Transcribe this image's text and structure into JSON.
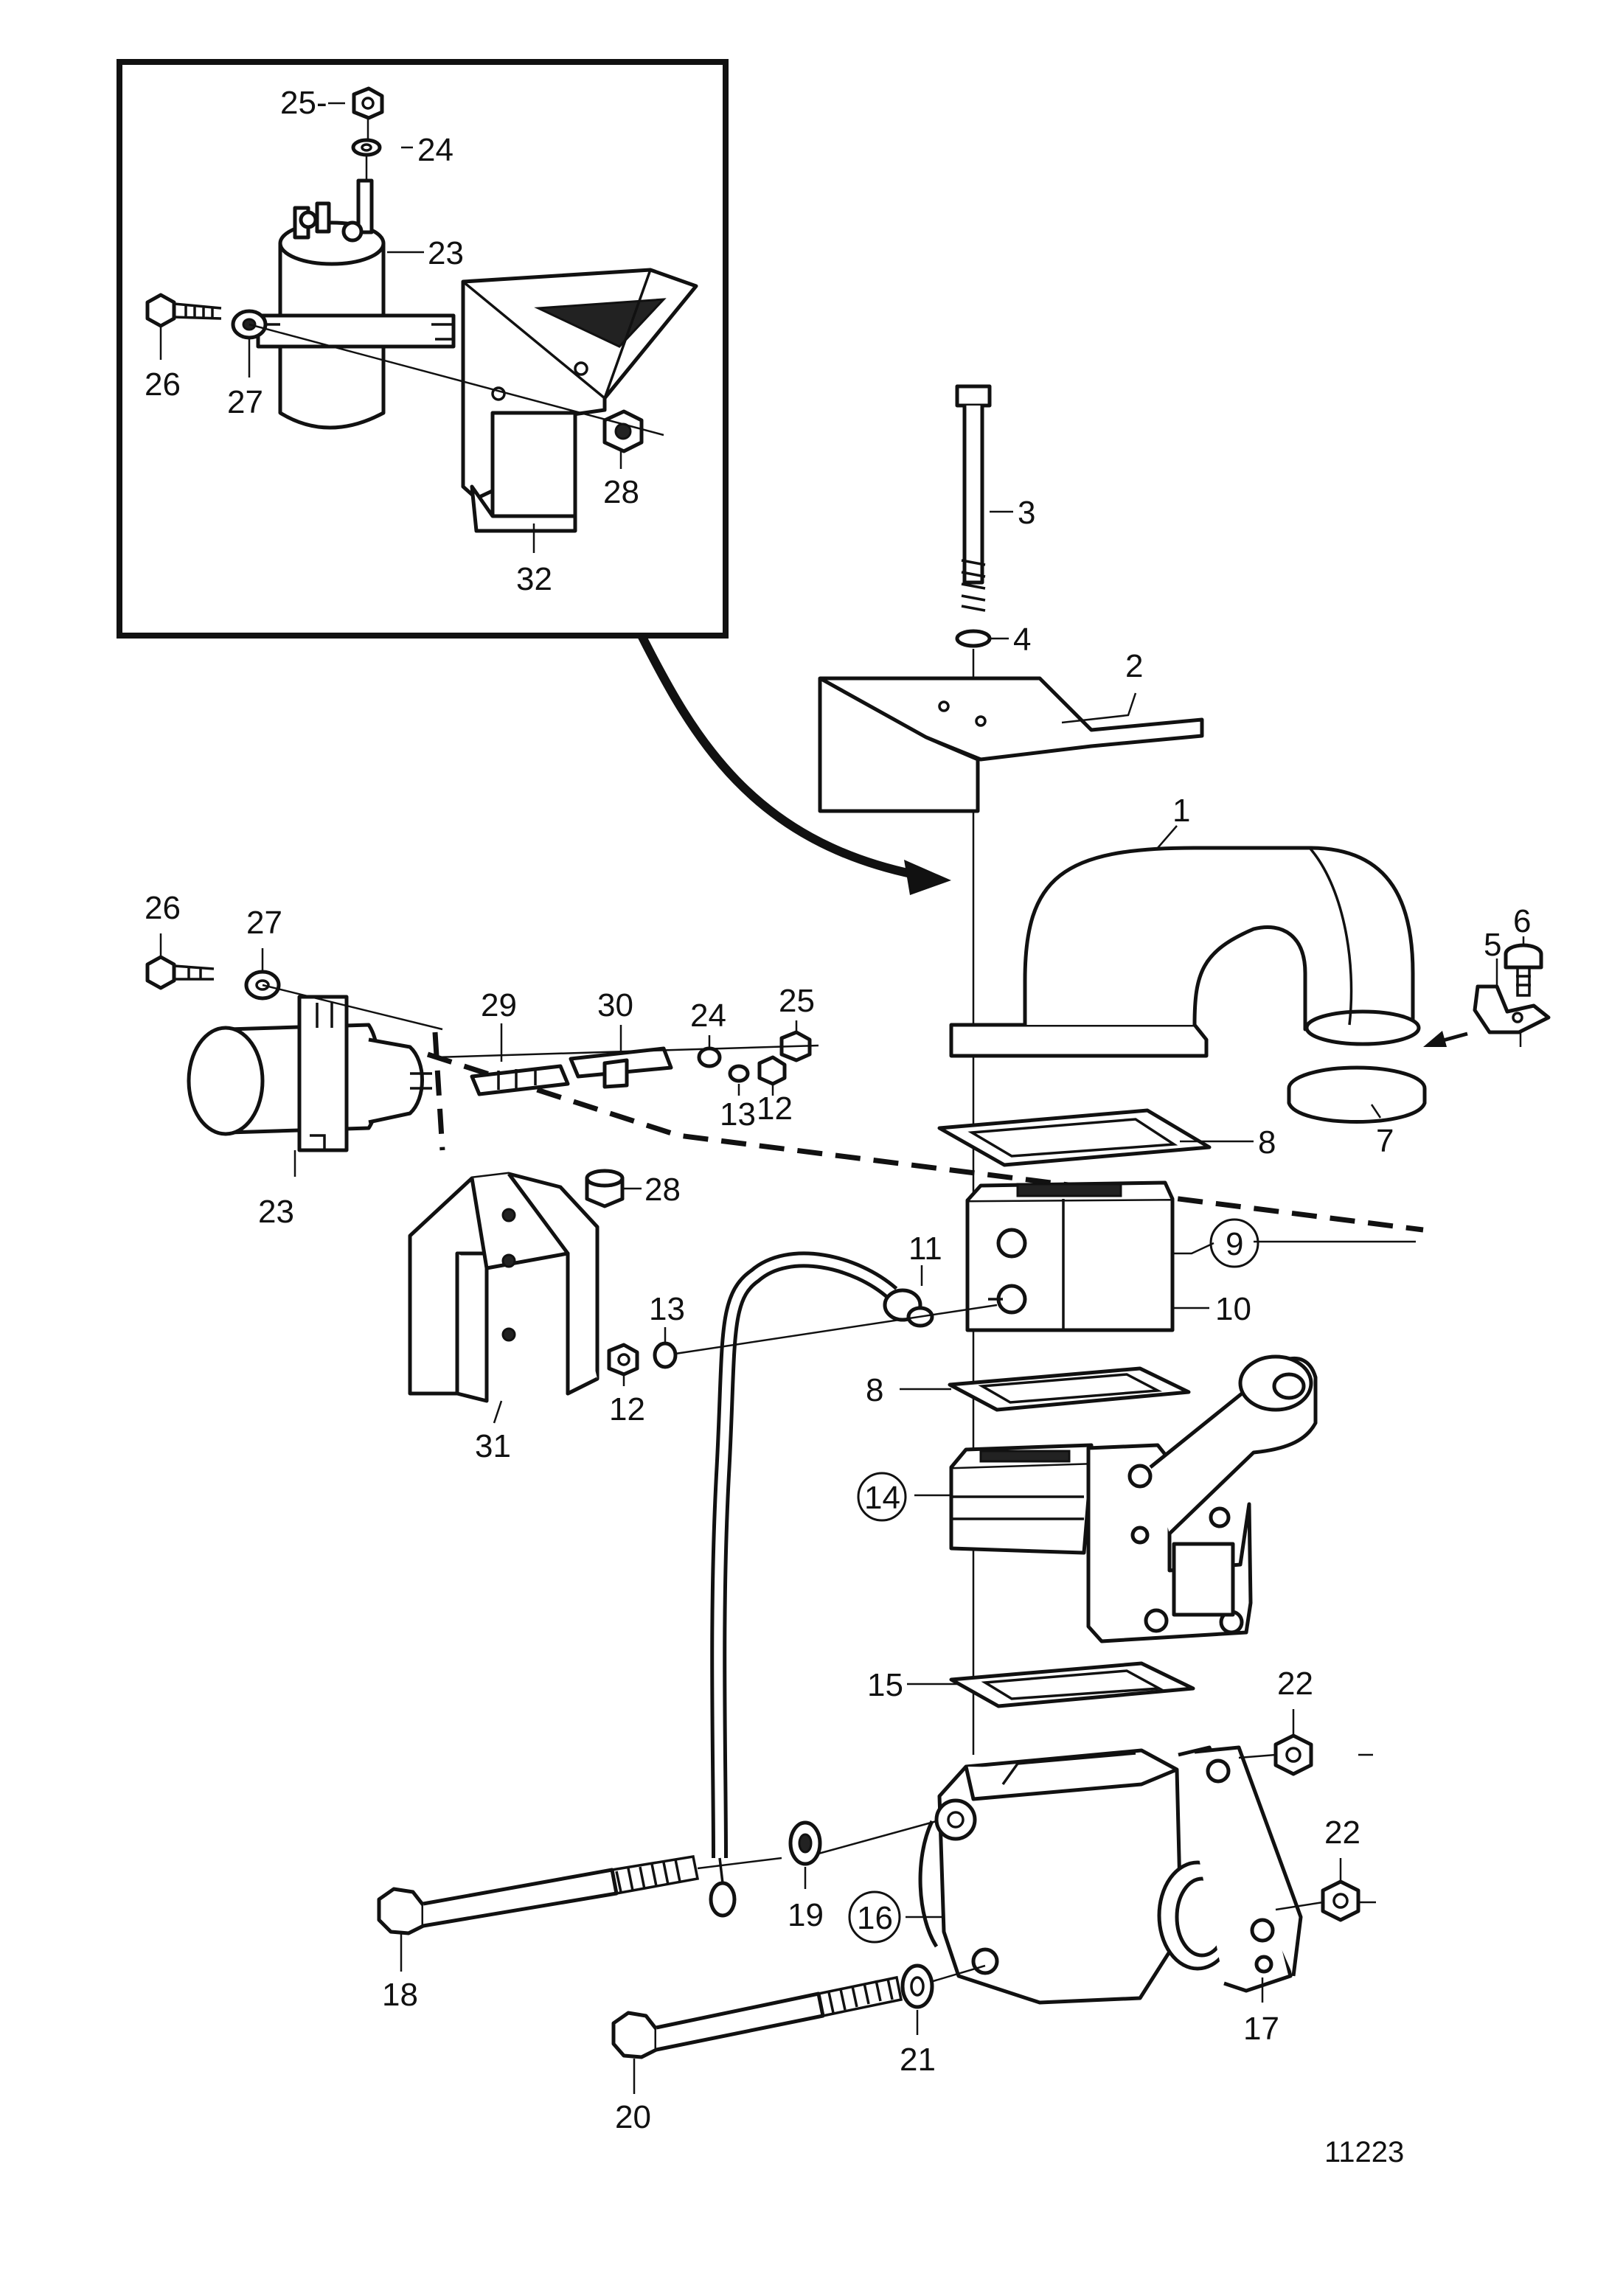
{
  "figure_number": "11223",
  "labels": {
    "p1": "1",
    "p2": "2",
    "p3": "3",
    "p4": "4",
    "p5": "5",
    "p6": "6",
    "p7": "7",
    "p8a": "8",
    "p8b": "8",
    "p9": "9",
    "p10": "10",
    "p11": "11",
    "p12a": "12",
    "p12b": "12",
    "p13a": "13",
    "p13b": "13",
    "p14": "14",
    "p15": "15",
    "p16": "16",
    "p17": "17",
    "p18": "18",
    "p19": "19",
    "p20": "20",
    "p21": "21",
    "p22a": "22",
    "p22b": "22",
    "p23a": "23",
    "p23b": "23",
    "p24a": "24",
    "p24b": "24",
    "p25a": "25-",
    "p25b": "25",
    "p26a": "26",
    "p26b": "26",
    "p27a": "27",
    "p27b": "27",
    "p28a": "28",
    "p28b": "28",
    "p29": "29",
    "p30": "30",
    "p31": "31",
    "p32": "32"
  },
  "circled_labels": [
    "9",
    "14",
    "16"
  ]
}
